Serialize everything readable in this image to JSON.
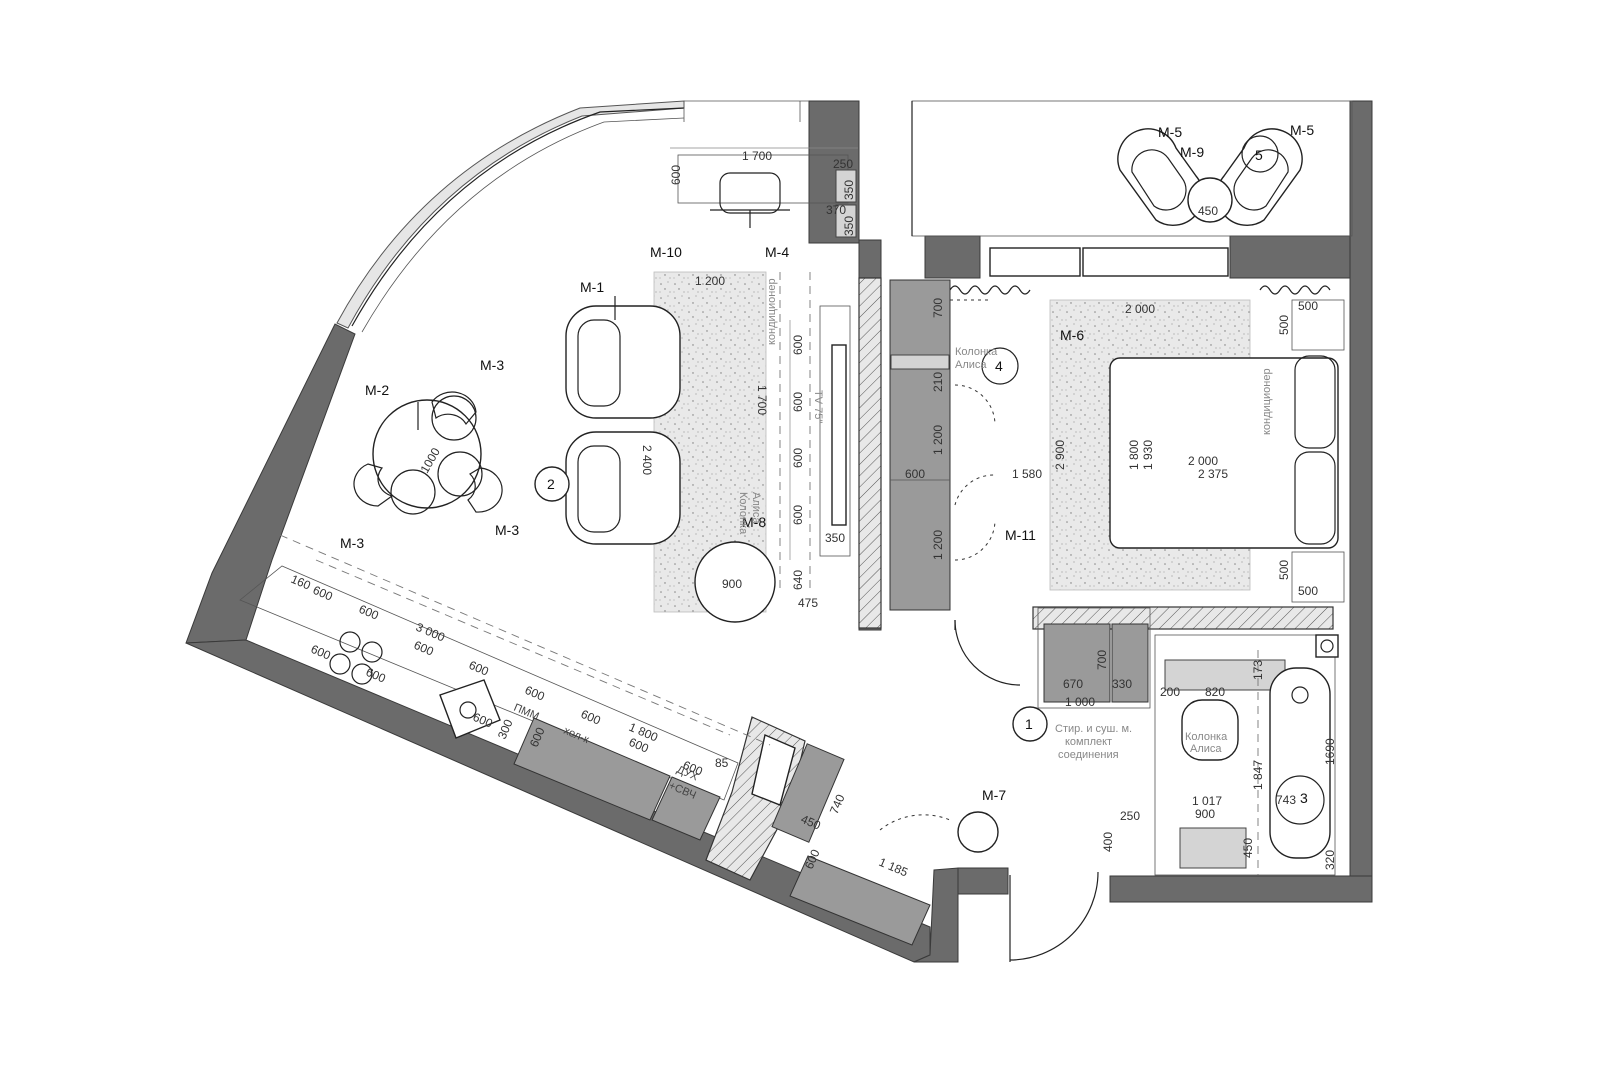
{
  "tags": {
    "m1": "М-1",
    "m2": "М-2",
    "m3a": "М-3",
    "m3b": "М-3",
    "m3c": "М-3",
    "m4": "М-4",
    "m5a": "М-5",
    "m5b": "М-5",
    "m6": "М-6",
    "m7": "М-7",
    "m8": "М-8",
    "m9": "М-9",
    "m10": "М-10",
    "m11": "М-11"
  },
  "circle_markers": {
    "c1": "1",
    "c2": "2",
    "c3": "3",
    "c4": "4",
    "c5": "5"
  },
  "labels": {
    "kolonka_a_1": "Колонка",
    "kolonka_a_2": "Алиса",
    "kolonka_b_1": "Колонка",
    "kolonka_b_2": "Алиса",
    "kolonka_c_1": "Колонка",
    "kolonka_c_2": "Алиса",
    "kondicioner_a": "кондиционер",
    "kondicioner_b": "кондиционер",
    "tv": "ТV 75\"",
    "pmm": "ПММ",
    "holk": "хол-к",
    "duh_1": "ДУХ",
    "duh_2": "+СВЧ",
    "stir_1": "Стир. и суш. м.",
    "stir_2": "комплект",
    "stir_3": "соединения"
  },
  "dims": {
    "d1700a": "1 700",
    "d250a": "250",
    "d600a": "600",
    "d350a": "350",
    "d370": "370",
    "d350b": "350",
    "d1200a": "1 200",
    "d1700b": "1 700",
    "d2400": "2 400",
    "d1000": "1000",
    "d600b": "600",
    "d600c": "600",
    "d600d": "600",
    "d600e": "600",
    "d640": "640",
    "d475": "475",
    "d350c": "350",
    "d900a": "900",
    "d450a": "450",
    "d700a": "700",
    "d210": "210",
    "d1200b": "1 200",
    "d600f": "600",
    "d1580": "1 580",
    "d1200c": "1 200",
    "d2000a": "2 000",
    "d2900": "2 900",
    "d1800": "1 800",
    "d1930": "1 930",
    "d2000b": "2 000",
    "d2375": "2 375",
    "d500a": "500",
    "d500b": "500",
    "d500c": "500",
    "d500d": "500",
    "d160": "160",
    "d600k1": "600",
    "d600k2": "600",
    "d3000": "3 000",
    "d600k3": "600",
    "d600k4": "600",
    "d600k5": "600",
    "d600k6": "600",
    "d600k7": "600",
    "d600k8": "600",
    "d1800k": "1 800",
    "d600k9": "600",
    "d600k10": "600",
    "d600k11": "600",
    "d300": "300",
    "d600k12": "600",
    "d85": "85",
    "d740": "740",
    "d450b": "450",
    "d600k13": "600",
    "d1185": "1 185",
    "d700b": "700",
    "d670": "670",
    "d330": "330",
    "d1000b": "1 000",
    "d200": "200",
    "d820": "820",
    "d173": "173",
    "d1847": "1 847",
    "d1690": "1690",
    "d1017": "1 017",
    "d900b": "900",
    "d743": "743",
    "d250b": "250",
    "d400": "400",
    "d450c": "450",
    "d320": "320"
  }
}
